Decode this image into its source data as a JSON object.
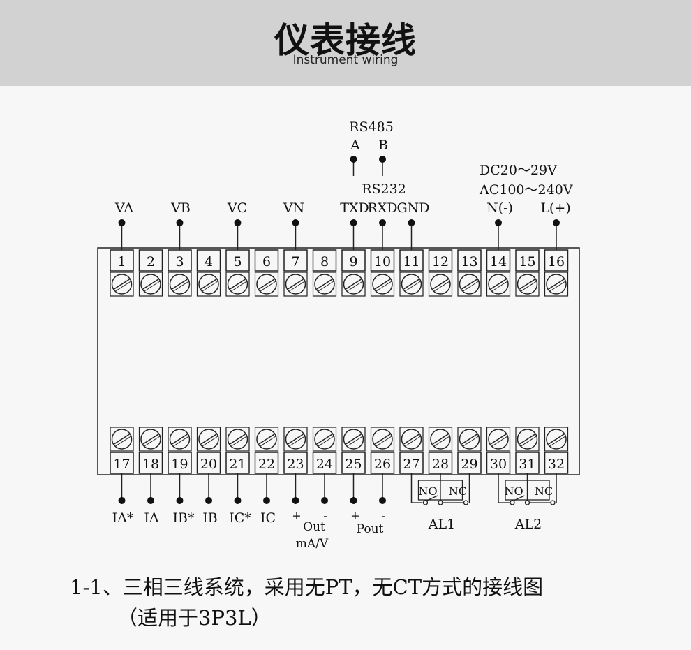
{
  "header": {
    "title": "仪表接线",
    "subtitle": "Instrument wiring"
  },
  "diagram": {
    "top_terminals": [
      "1",
      "2",
      "3",
      "4",
      "5",
      "6",
      "7",
      "8",
      "9",
      "10",
      "11",
      "12",
      "13",
      "14",
      "15",
      "16"
    ],
    "bottom_terminals": [
      "17",
      "18",
      "19",
      "20",
      "21",
      "22",
      "23",
      "24",
      "25",
      "26",
      "27",
      "28",
      "29",
      "30",
      "31",
      "32"
    ],
    "top_labels": {
      "va": "VA",
      "vb": "VB",
      "vc": "VC",
      "vn": "VN",
      "txd": "TXD",
      "rxd": "RXD",
      "gnd": "GND",
      "n_minus": "N(-)",
      "l_plus": "L(+)"
    },
    "rs485": {
      "title": "RS485",
      "a": "A",
      "b": "B"
    },
    "rs232": "RS232",
    "power": {
      "dc": "DC20～29V",
      "ac": "AC100～240V"
    },
    "bottom_labels": {
      "ia_star": "IA*",
      "ia": "IA",
      "ib_star": "IB*",
      "ib": "IB",
      "ic_star": "IC*",
      "ic": "IC",
      "out_plus": "+",
      "out_minus": "-",
      "out": "Out",
      "out_unit": "mA/V",
      "pout_plus": "+",
      "pout_minus": "-",
      "pout": "Pout"
    },
    "relays": {
      "al1": {
        "label": "AL1",
        "no": "NO",
        "nc": "NC"
      },
      "al2": {
        "label": "AL2",
        "no": "NO",
        "nc": "NC"
      }
    }
  },
  "caption": {
    "line1": "1-1、三相三线系统，采用无PT，无CT方式的接线图",
    "line2": "（适用于3P3L）"
  }
}
